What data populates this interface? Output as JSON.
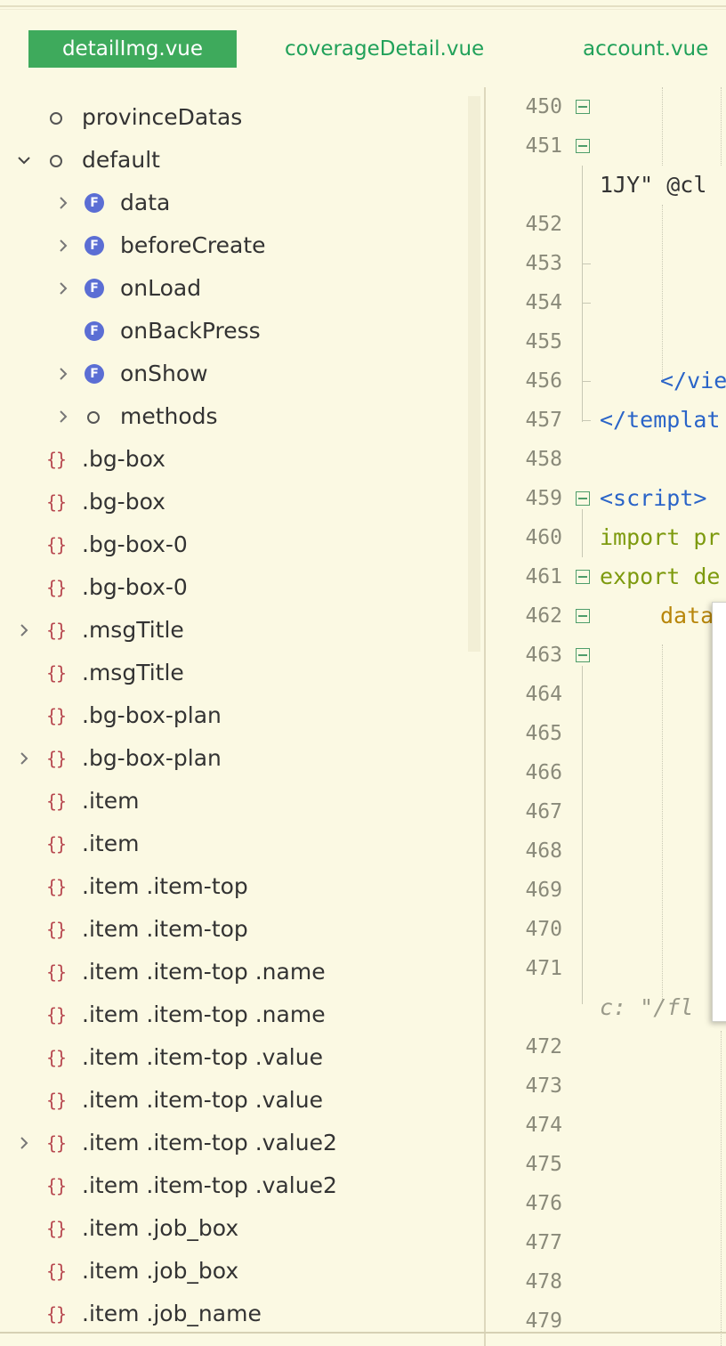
{
  "tabs": [
    {
      "label": "detailImg.vue",
      "active": true
    },
    {
      "label": "coverageDetail.vue",
      "active": false
    },
    {
      "label": "account.vue",
      "active": false
    }
  ],
  "outline": [
    {
      "label": "provinceDatas",
      "icon": "circle",
      "level": 1,
      "chevron": "none"
    },
    {
      "label": "default",
      "icon": "circle",
      "level": 1,
      "chevron": "down"
    },
    {
      "label": "data",
      "icon": "function",
      "level": 2,
      "chevron": "right"
    },
    {
      "label": "beforeCreate",
      "icon": "function",
      "level": 2,
      "chevron": "right"
    },
    {
      "label": "onLoad",
      "icon": "function",
      "level": 2,
      "chevron": "right"
    },
    {
      "label": "onBackPress",
      "icon": "function",
      "level": 2,
      "chevron": "none"
    },
    {
      "label": "onShow",
      "icon": "function",
      "level": 2,
      "chevron": "right"
    },
    {
      "label": "methods",
      "icon": "circle",
      "level": 2,
      "chevron": "right"
    },
    {
      "label": ".bg-box",
      "icon": "braces",
      "level": 1,
      "chevron": "none"
    },
    {
      "label": ".bg-box",
      "icon": "braces",
      "level": 1,
      "chevron": "none"
    },
    {
      "label": ".bg-box-0",
      "icon": "braces",
      "level": 1,
      "chevron": "none"
    },
    {
      "label": ".bg-box-0",
      "icon": "braces",
      "level": 1,
      "chevron": "none"
    },
    {
      "label": ".msgTitle",
      "icon": "braces",
      "level": 1,
      "chevron": "right"
    },
    {
      "label": ".msgTitle",
      "icon": "braces",
      "level": 1,
      "chevron": "none"
    },
    {
      "label": ".bg-box-plan",
      "icon": "braces",
      "level": 1,
      "chevron": "none"
    },
    {
      "label": ".bg-box-plan",
      "icon": "braces",
      "level": 1,
      "chevron": "right"
    },
    {
      "label": ".item",
      "icon": "braces",
      "level": 1,
      "chevron": "none"
    },
    {
      "label": ".item",
      "icon": "braces",
      "level": 1,
      "chevron": "none"
    },
    {
      "label": ".item .item-top",
      "icon": "braces",
      "level": 1,
      "chevron": "none"
    },
    {
      "label": ".item .item-top",
      "icon": "braces",
      "level": 1,
      "chevron": "none"
    },
    {
      "label": ".item .item-top .name",
      "icon": "braces",
      "level": 1,
      "chevron": "none"
    },
    {
      "label": ".item .item-top .name",
      "icon": "braces",
      "level": 1,
      "chevron": "none"
    },
    {
      "label": ".item .item-top .value",
      "icon": "braces",
      "level": 1,
      "chevron": "none"
    },
    {
      "label": ".item .item-top .value",
      "icon": "braces",
      "level": 1,
      "chevron": "none"
    },
    {
      "label": ".item .item-top .value2",
      "icon": "braces",
      "level": 1,
      "chevron": "right"
    },
    {
      "label": ".item .item-top .value2",
      "icon": "braces",
      "level": 1,
      "chevron": "none"
    },
    {
      "label": ".item .job_box",
      "icon": "braces",
      "level": 1,
      "chevron": "none"
    },
    {
      "label": ".item .job_box",
      "icon": "braces",
      "level": 1,
      "chevron": "none"
    },
    {
      "label": ".item .job_name",
      "icon": "braces",
      "level": 1,
      "chevron": "none"
    }
  ],
  "editor": {
    "lines": [
      {
        "n": "450",
        "fold": true,
        "text": ""
      },
      {
        "n": "451",
        "fold": true,
        "text": ""
      },
      {
        "n": "",
        "fold": false,
        "text": "1JY\" @cl"
      },
      {
        "n": "452",
        "fold": false,
        "text": ""
      },
      {
        "n": "453",
        "fold": false,
        "text": ""
      },
      {
        "n": "454",
        "fold": false,
        "text": ""
      },
      {
        "n": "455",
        "fold": false,
        "text": ""
      },
      {
        "n": "456",
        "fold": false,
        "text": "</vie"
      },
      {
        "n": "457",
        "fold": false,
        "text": "</templat"
      },
      {
        "n": "458",
        "fold": false,
        "text": ""
      },
      {
        "n": "459",
        "fold": true,
        "text": "<script>"
      },
      {
        "n": "460",
        "fold": false,
        "text": "import pr"
      },
      {
        "n": "461",
        "fold": true,
        "text": "export de"
      },
      {
        "n": "462",
        "fold": true,
        "text": "data"
      },
      {
        "n": "463",
        "fold": true,
        "text": ""
      },
      {
        "n": "464",
        "fold": false,
        "text": ""
      },
      {
        "n": "465",
        "fold": false,
        "text": ""
      },
      {
        "n": "466",
        "fold": false,
        "text": ""
      },
      {
        "n": "467",
        "fold": false,
        "text": ""
      },
      {
        "n": "468",
        "fold": false,
        "text": ""
      },
      {
        "n": "469",
        "fold": false,
        "text": ""
      },
      {
        "n": "470",
        "fold": false,
        "text": ""
      },
      {
        "n": "471",
        "fold": false,
        "text": ""
      },
      {
        "n": "",
        "fold": false,
        "text": "c: \"/fl"
      },
      {
        "n": "472",
        "fold": false,
        "text": ""
      },
      {
        "n": "473",
        "fold": false,
        "text": ""
      },
      {
        "n": "474",
        "fold": false,
        "text": ""
      },
      {
        "n": "475",
        "fold": false,
        "text": ""
      },
      {
        "n": "476",
        "fold": false,
        "text": ""
      },
      {
        "n": "477",
        "fold": false,
        "text": ""
      },
      {
        "n": "478",
        "fold": false,
        "text": ""
      },
      {
        "n": "479",
        "fold": false,
        "text": ""
      }
    ]
  },
  "colors": {
    "background": "#fbf9e3",
    "tab_active_bg": "#3eaa5c",
    "tab_text": "#21a15a",
    "function_badge": "#5b6ed4",
    "braces": "#b7474f",
    "tag": "#2a64c8",
    "keyword": "#7d9a0e",
    "attr": "#c0392b",
    "prop": "#b8860b"
  }
}
